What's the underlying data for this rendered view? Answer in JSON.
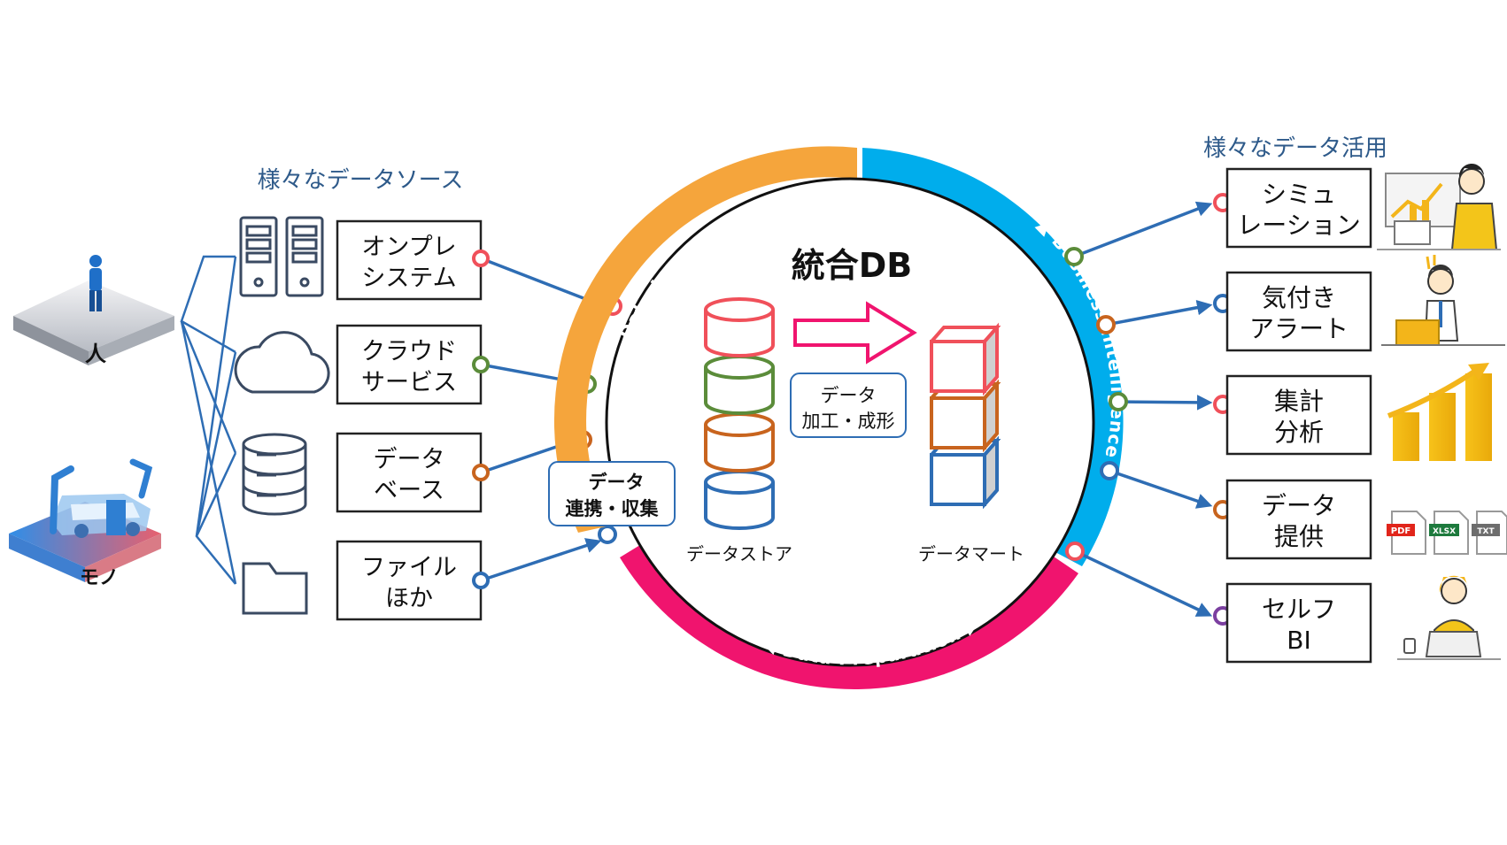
{
  "sources": {
    "heading": "様々なデータソース",
    "people_label": "人",
    "things_label": "モノ",
    "items": [
      {
        "line1": "オンプレ",
        "line2": "システム",
        "icon": "server-icon",
        "dot_color": "#f0505a"
      },
      {
        "line1": "クラウド",
        "line2": "サービス",
        "icon": "cloud-icon",
        "dot_color": "#5b8c3a"
      },
      {
        "line1": "データ",
        "line2": "ベース",
        "icon": "database-icon",
        "dot_color": "#c8641e"
      },
      {
        "line1": "ファイル",
        "line2": "ほか",
        "icon": "folder-icon",
        "dot_color": "#2e6db4"
      }
    ]
  },
  "hub": {
    "title": "統合DB",
    "store_label": "データストア",
    "mart_label": "データマート",
    "process_line1": "データ",
    "process_line2": "加工・成形",
    "collect_line1": "データ",
    "collect_line2": "連携・収集",
    "ring": [
      {
        "label": "Data Integration(ETL)",
        "color": "#f5a53c"
      },
      {
        "label": "Business Intelligence",
        "color": "#00adec"
      },
      {
        "label": "Data Preparation",
        "color": "#f0146e"
      }
    ],
    "store_colors": [
      "#f0505a",
      "#5b8c3a",
      "#c8641e",
      "#2e6db4"
    ],
    "mart_colors": [
      "#f0505a",
      "#c8641e",
      "#2e6db4"
    ],
    "arrow_color": "#f0146e"
  },
  "uses": {
    "heading": "様々なデータ活用",
    "items": [
      {
        "line1": "シミュ",
        "line2": "レーション",
        "dot_color": "#f0505a",
        "src_dot_color": "#5b8c3a",
        "icon": "simulation-person-icon"
      },
      {
        "line1": "気付き",
        "line2": "アラート",
        "dot_color": "#2e6db4",
        "src_dot_color": "#c8641e",
        "icon": "alert-person-icon"
      },
      {
        "line1": "集計",
        "line2": "分析",
        "dot_color": "#f0505a",
        "src_dot_color": "#5b8c3a",
        "icon": "growth-chart-icon"
      },
      {
        "line1": "データ",
        "line2": "提供",
        "dot_color": "#c8641e",
        "src_dot_color": "#2e6db4",
        "icon": "file-formats-icon"
      },
      {
        "line1": "セルフ",
        "line2": "BI",
        "dot_color": "#7b3fa0",
        "src_dot_color": "#f0505a",
        "icon": "laptop-person-icon"
      }
    ],
    "file_types": [
      "PDF",
      "XLSX",
      "TXT"
    ]
  },
  "colors": {
    "line": "#2e6db4",
    "icon": "#3a4a62"
  }
}
